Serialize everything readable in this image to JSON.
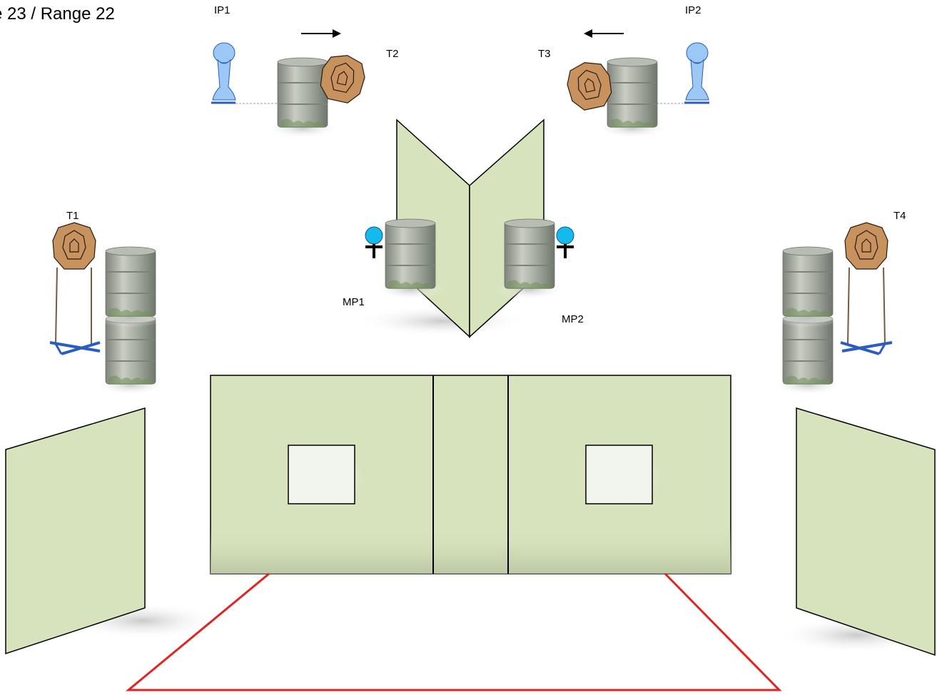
{
  "stage": {
    "title": "e 23 / Range 22"
  },
  "labels": {
    "ip1": "IP1",
    "ip2": "IP2",
    "t1": "T1",
    "t2": "T2",
    "t3": "T3",
    "t4": "T4",
    "mp1": "MP1",
    "mp2": "MP2"
  },
  "colors": {
    "wall_fill": "#d6e3bc",
    "wall_stroke": "#000000",
    "window_fill": "#f2f4ee",
    "fault_line": "#e32222",
    "popper": "#9cc8f5",
    "mini_popper": "#14b9ee",
    "steel_target": "#c8925e",
    "stand": "#2a5dbf",
    "barrel": "#9aa096"
  },
  "icons": {
    "arrow_right": "arrow-right-icon",
    "arrow_left": "arrow-left-icon"
  }
}
